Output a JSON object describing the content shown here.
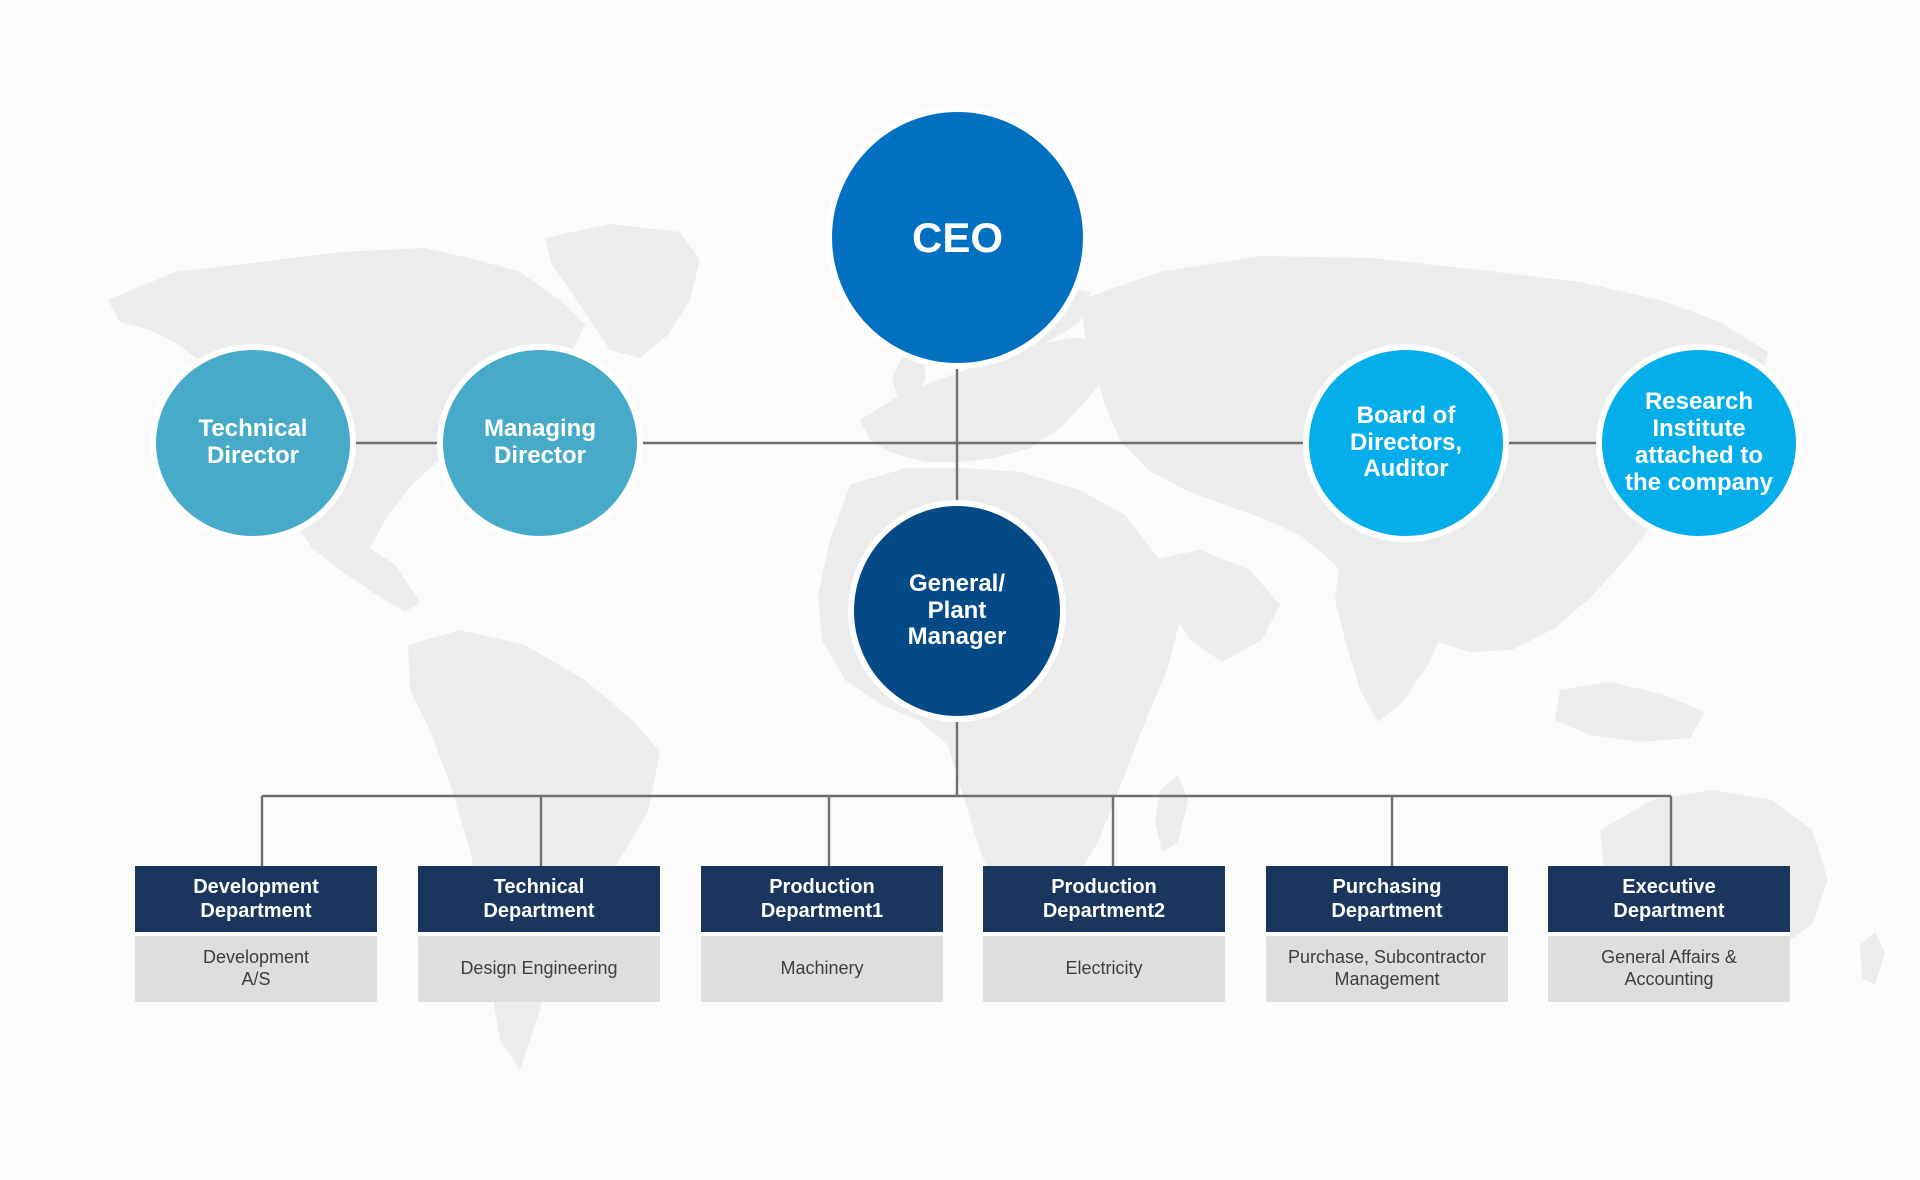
{
  "colors": {
    "background": "#fbfbfb",
    "map": "#ececec",
    "connector": "#6f6f6f",
    "ceo": "#0270c1",
    "managers": "#46aac8",
    "board": "#03aeea",
    "plant_manager": "#044a87",
    "department_header": "#1b365e",
    "department_body": "#dedede"
  },
  "nodes": {
    "ceo": "CEO",
    "technical_director": "Technical\nDirector",
    "managing_director": "Managing\nDirector",
    "board": "Board of\nDirectors,\nAuditor",
    "research_institute": "Research\nInstitute\nattached to\nthe company",
    "plant_manager": "General/\nPlant\nManager"
  },
  "departments": [
    {
      "name": "Development\nDepartment",
      "function": "Development\nA/S"
    },
    {
      "name": "Technical\nDepartment",
      "function": "Design Engineering"
    },
    {
      "name": "Production\nDepartment1",
      "function": "Machinery"
    },
    {
      "name": "Production\nDepartment2",
      "function": "Electricity"
    },
    {
      "name": "Purchasing\nDepartment",
      "function": "Purchase, Subcontractor\nManagement"
    },
    {
      "name": "Executive\nDepartment",
      "function": "General Affairs &\nAccounting"
    }
  ]
}
